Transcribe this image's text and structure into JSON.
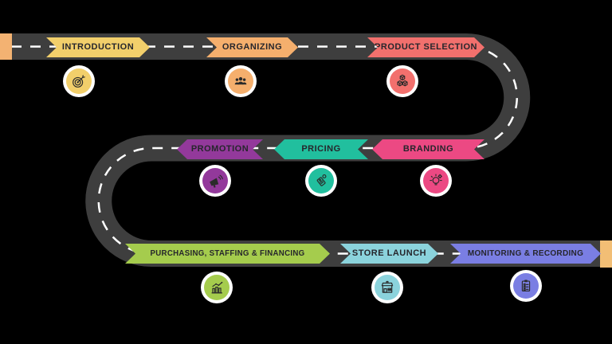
{
  "diagram": {
    "type": "roadmap",
    "background_color": "#000000",
    "road_color": "#3E3E3E",
    "dash_color": "#FFFFFF",
    "start_marker": {
      "name": "road-start-marker",
      "color": "#F3B272"
    },
    "end_marker": {
      "name": "road-end-marker",
      "color": "#F2BE75"
    }
  },
  "stages": [
    {
      "label": "INTRODUCTION",
      "color": "#F2CF6B",
      "icon": "target-icon",
      "row": "top",
      "direction": "right"
    },
    {
      "label": "ORGANIZING",
      "color": "#F5AF6D",
      "icon": "team-icon",
      "row": "top",
      "direction": "right"
    },
    {
      "label": "PRODUCT SELECTION",
      "color": "#F2706D",
      "icon": "cubes-icon",
      "row": "top",
      "direction": "right"
    },
    {
      "label": "PROMOTION",
      "color": "#93399B",
      "icon": "megaphone-icon",
      "row": "middle",
      "direction": "left"
    },
    {
      "label": "PRICING",
      "color": "#21BF9E",
      "icon": "price-tag-icon",
      "row": "middle",
      "direction": "left"
    },
    {
      "label": "BRANDING",
      "color": "#EC4983",
      "icon": "lightbulb-gear-icon",
      "row": "middle",
      "direction": "left"
    },
    {
      "label": "PURCHASING, STAFFING & FINANCING",
      "color": "#A5CC4D",
      "icon": "bar-chart-icon",
      "row": "bottom",
      "direction": "right"
    },
    {
      "label": "STORE LAUNCH",
      "color": "#8BD3DC",
      "icon": "storefront-icon",
      "row": "bottom",
      "direction": "right"
    },
    {
      "label": "MONITORING & RECORDING",
      "color": "#7A7EE3",
      "icon": "clipboard-icon",
      "row": "bottom",
      "direction": "right"
    }
  ]
}
